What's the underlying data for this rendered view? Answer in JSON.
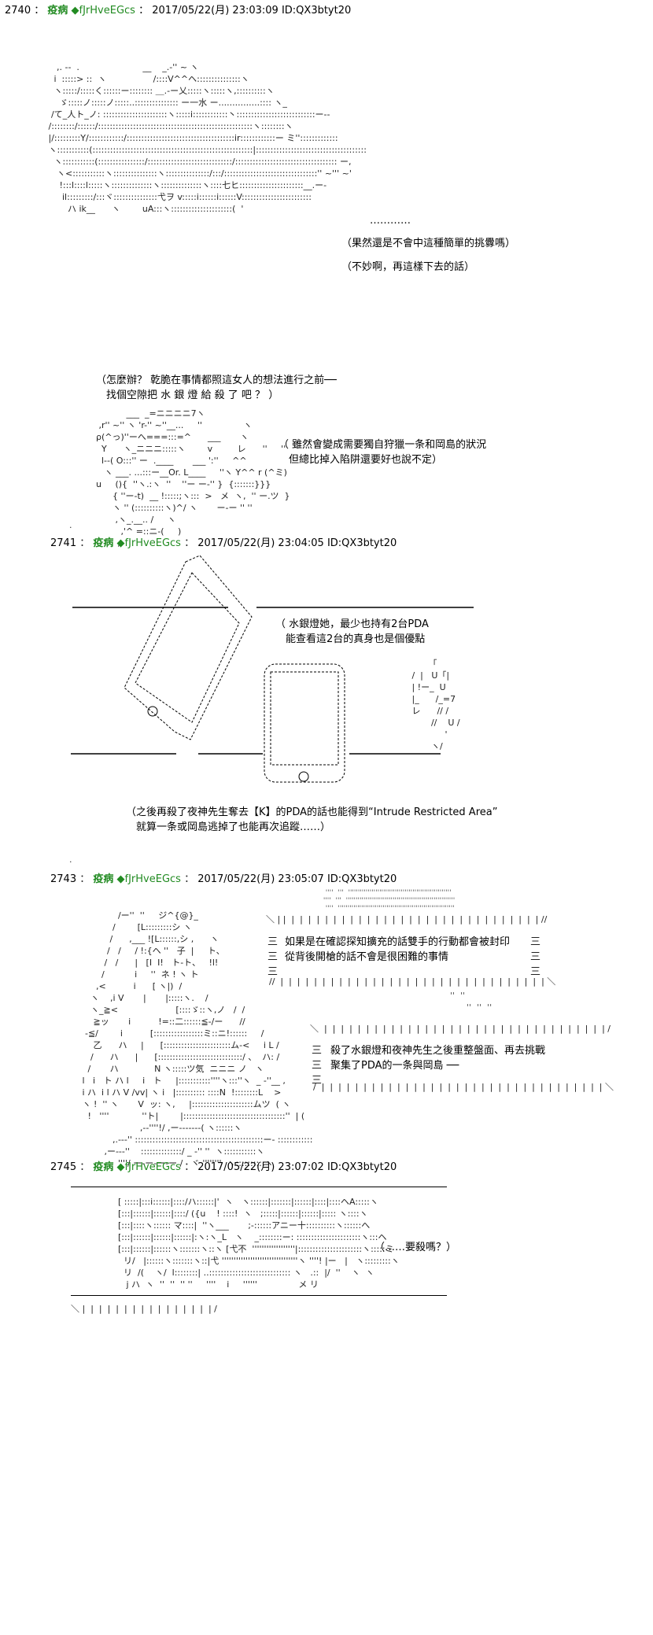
{
  "posts": [
    {
      "number": "2740",
      "name": "疫病",
      "trip": "◆fJrHveEGcs",
      "datetime": "2017/05/22(月) 23:03:09",
      "id": "ID:QX3btyt20",
      "dialogue": [
        "…………",
        "（果然還是不會中這種簡單的挑釁嗎）",
        "（不妙啊，再這樣下去的話）"
      ],
      "monologue": [
        "（怎麼辦？ 乾脆在事情都照這女人的想法進行之前──",
        "　找個空隙把 水 銀 燈 給 殺 了 吧 ？ ）"
      ],
      "dialogue2": [
        "（ 雖然會變成需要獨自狩獵一条和岡島的狀況",
        "　但總比掉入陷阱還要好也說不定）"
      ]
    },
    {
      "number": "2741",
      "name": "疫病",
      "trip": "◆fJrHveEGcs",
      "datetime": "2017/05/22(月) 23:04:05",
      "id": "ID:QX3btyt20",
      "dialogue": [
        "（ 水銀燈她，最少也持有2台PDA",
        "　能查看這2台的真身也是個優點"
      ],
      "caption": [
        "（之後再殺了夜神先生奪去【K】的PDA的話也能得到“Intrude Restricted Area”",
        "　就算一条或岡島逃掉了也能再次追蹤……）"
      ]
    },
    {
      "number": "2743",
      "name": "疫病",
      "trip": "◆fJrHveEGcs",
      "datetime": "2017/05/22(月) 23:05:07",
      "id": "ID:QX3btyt20",
      "bubble1": [
        "如果是在確認探知擴充的話雙手的行動都會被封印",
        "從背後開槍的話不會是很困難的事情"
      ],
      "bubble2": [
        "殺了水銀燈和夜神先生之後重整盤面、再去挑戰",
        "聚集了PDA的一条與岡島 ──"
      ]
    },
    {
      "number": "2745",
      "name": "疫病",
      "trip": "◆fJrHveEGcs",
      "datetime": "2017/05/22(月) 23:07:02",
      "id": "ID:QX3btyt20",
      "dialogue": [
        "（……要殺嗎？）"
      ]
    }
  ]
}
